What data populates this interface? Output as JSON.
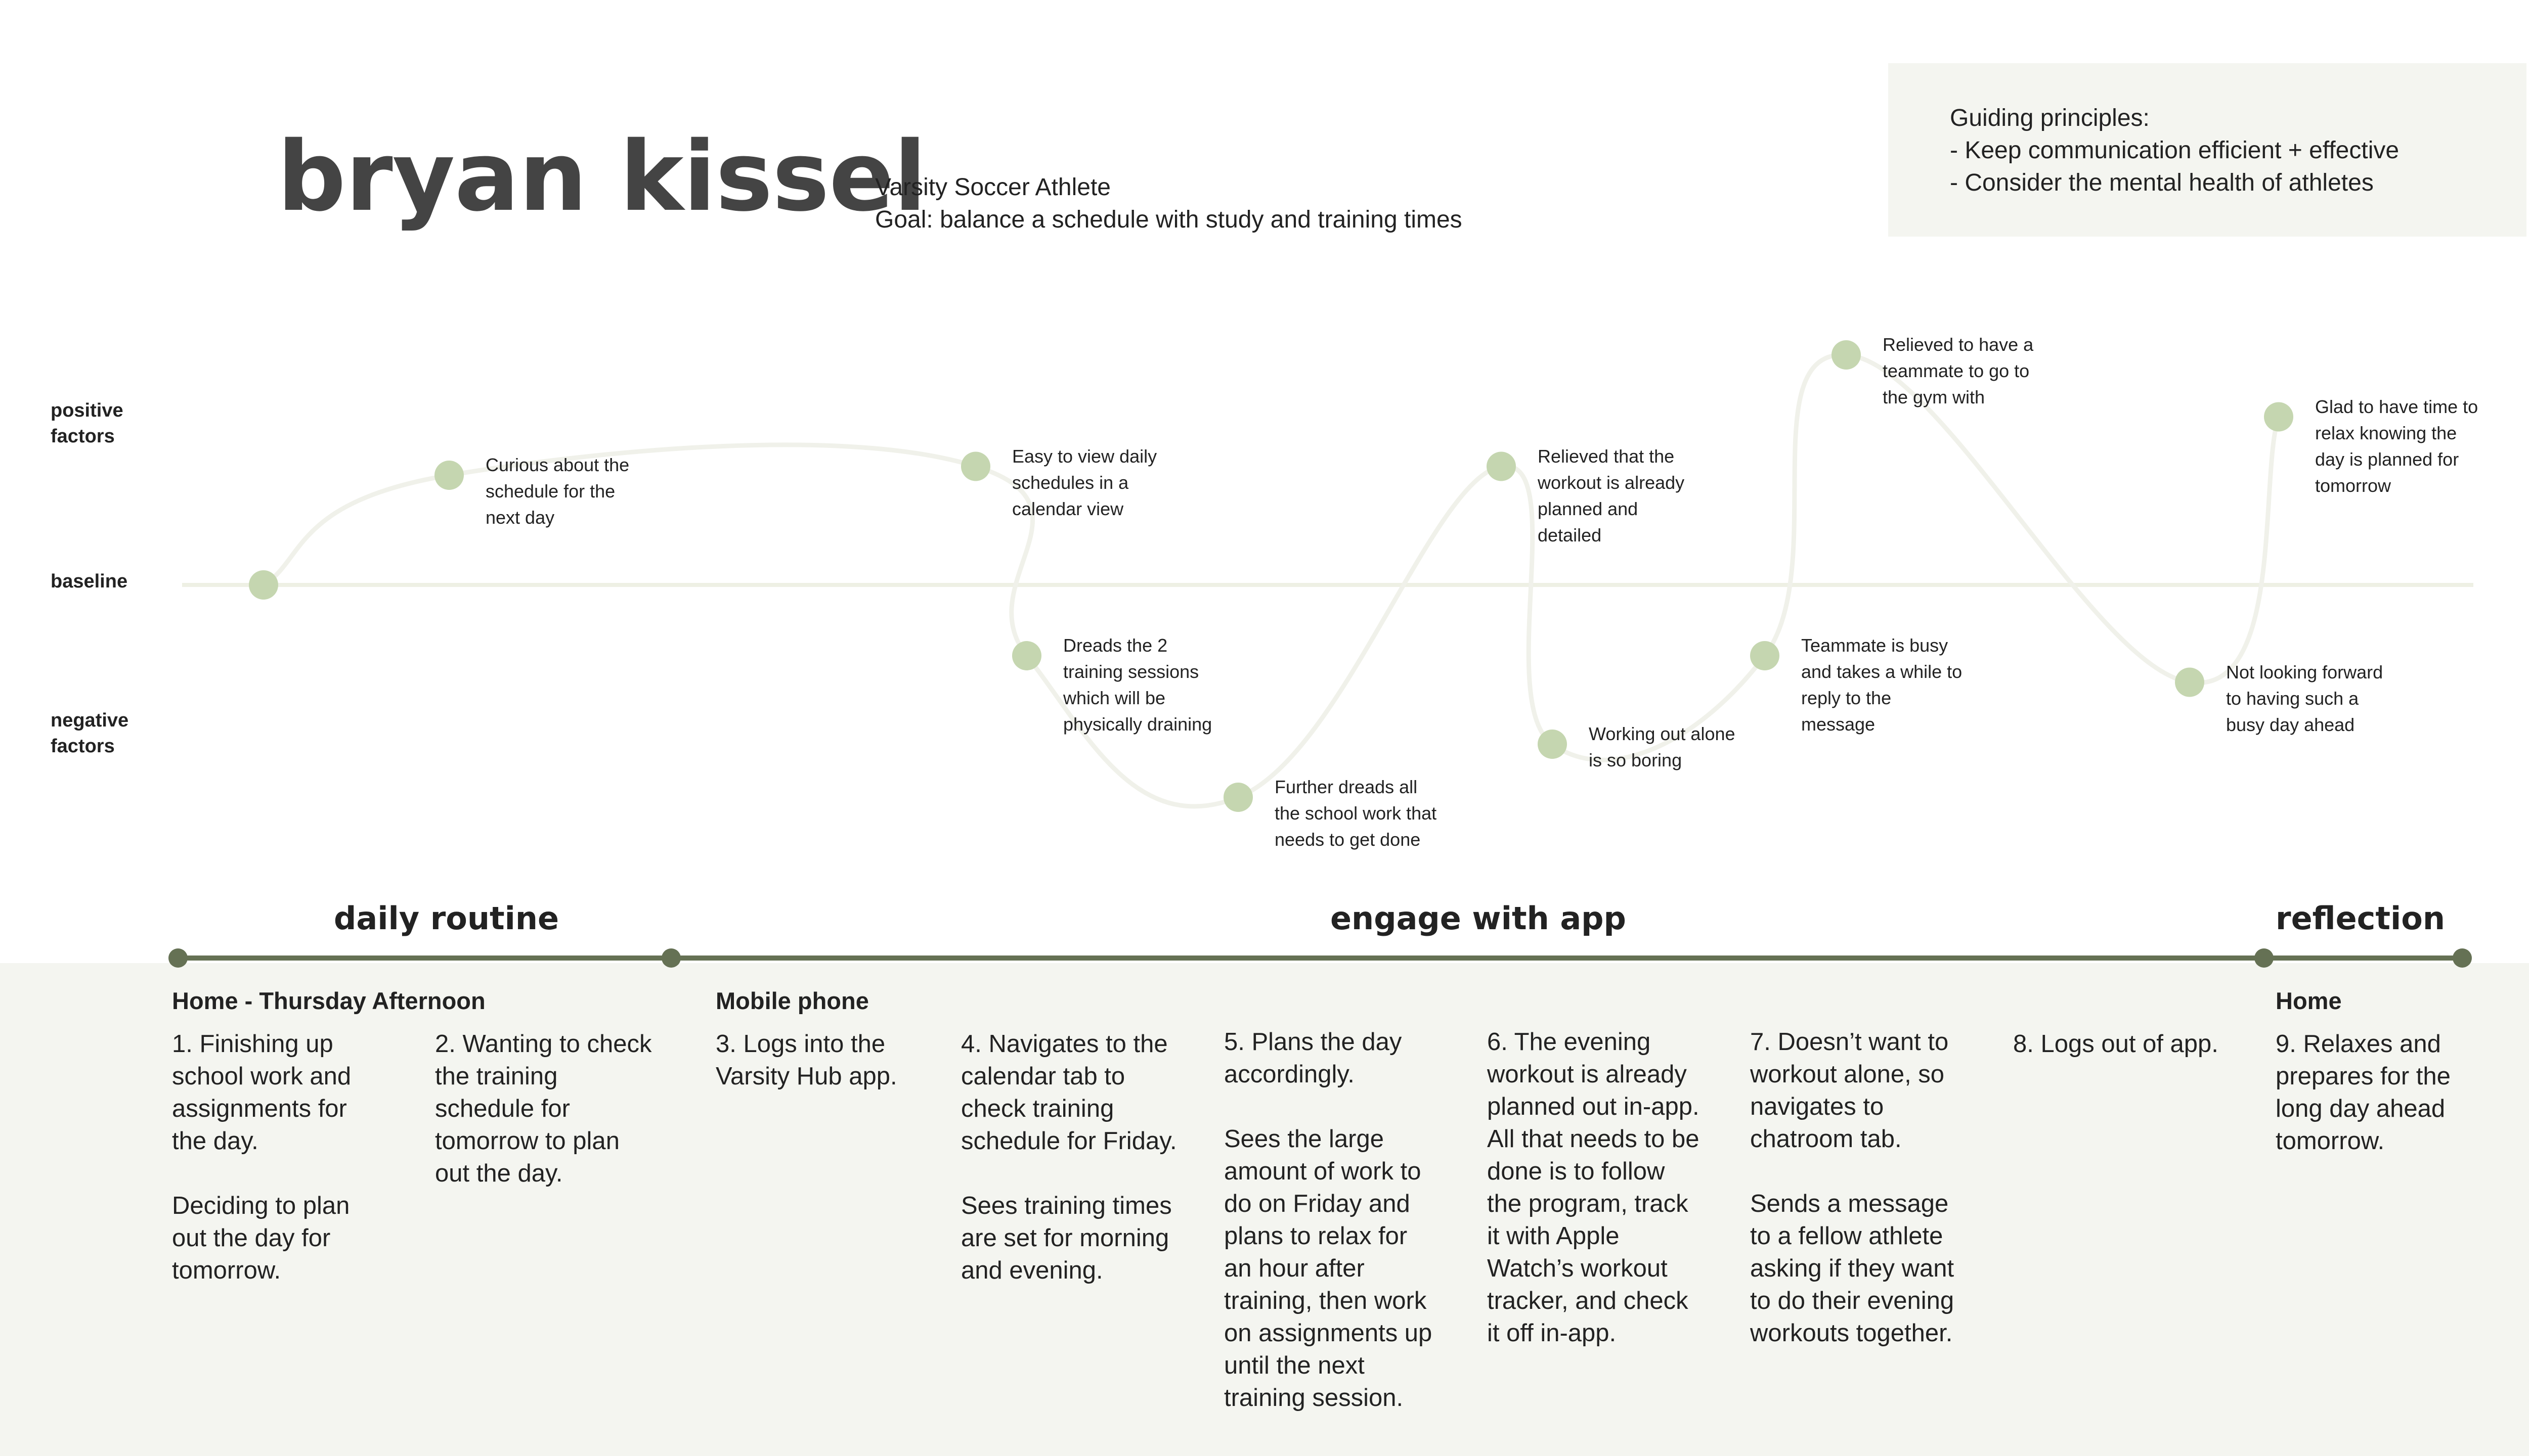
{
  "persona": {
    "name": "bryan kissel",
    "role": "Varsity Soccer Athlete",
    "goal": "Goal: balance a schedule with study and training times"
  },
  "principles": {
    "heading": "Guiding principles:",
    "items": [
      "- Keep communication efficient + effective",
      "- Consider the mental health of athletes"
    ]
  },
  "emotion_axis": {
    "positive": [
      "positive",
      "factors"
    ],
    "baseline": "baseline",
    "negative": [
      "negative",
      "factors"
    ]
  },
  "colors": {
    "point": "#c5d6b0",
    "curve": "#f0f1ea",
    "baseline": "#eef0e4",
    "timeline": "#657154",
    "panel": "#f4f5f0",
    "title": "#444444",
    "text": "#222222"
  },
  "chart_data": {
    "type": "line",
    "scale": "qualitative emotion level (negative to positive)",
    "points": [
      {
        "step": 1,
        "level": 0,
        "label": []
      },
      {
        "step": 2,
        "level": 0.62,
        "label": [
          "Curious about the",
          "schedule for the",
          "next day"
        ]
      },
      {
        "step": 3,
        "level": 0.67,
        "label": [
          "Easy to view daily",
          "schedules in a",
          "calendar view"
        ]
      },
      {
        "step": 4,
        "level": -0.4,
        "label": [
          "Dreads the 2",
          "training sessions",
          "which will be",
          "physically draining"
        ]
      },
      {
        "step": 5,
        "level": -1.2,
        "label": [
          "Further dreads all",
          "the school work that",
          "needs to get done"
        ]
      },
      {
        "step": 6,
        "level": 0.67,
        "label": [
          "Relieved that the",
          "workout is already",
          "planned and",
          "detailed"
        ]
      },
      {
        "step": 7,
        "level": -0.9,
        "label": [
          "Working out alone",
          "is so boring"
        ]
      },
      {
        "step": 8,
        "level": -0.4,
        "label": [
          "Teammate is busy",
          "and takes a while to",
          "reply to the",
          "message"
        ]
      },
      {
        "step": 9,
        "level": 1.3,
        "label": [
          "Relieved to have a",
          "teammate to go to",
          "the gym with"
        ]
      },
      {
        "step": 10,
        "level": -0.55,
        "label": [
          "Not looking forward",
          "to having such a",
          "busy day ahead"
        ]
      },
      {
        "step": 11,
        "level": 0.95,
        "label": [
          "Glad to have time to",
          "relax knowing the",
          "day is planned for",
          "tomorrow"
        ]
      }
    ]
  },
  "phases": [
    {
      "title": "daily routine"
    },
    {
      "title": "engage with app"
    },
    {
      "title": "reflection"
    }
  ],
  "contexts": [
    "Home - Thursday Afternoon",
    "Mobile phone",
    "Home"
  ],
  "steps": [
    {
      "lines": [
        "1. Finishing up",
        "school work and",
        "assignments for",
        "the day.",
        "",
        "Deciding to plan",
        "out the day for",
        "tomorrow."
      ]
    },
    {
      "lines": [
        "2. Wanting to check",
        "the training",
        "schedule for",
        "tomorrow to plan",
        "out the day."
      ]
    },
    {
      "lines": [
        "3. Logs into the",
        "Varsity Hub app."
      ]
    },
    {
      "lines": [
        "4. Navigates to the",
        "calendar tab to",
        "check training",
        "schedule for Friday.",
        "",
        "Sees training times",
        "are set for morning",
        "and evening."
      ]
    },
    {
      "lines": [
        "5. Plans the day",
        "accordingly.",
        "",
        "Sees the large",
        "amount of work to",
        "do on Friday and",
        "plans to relax for",
        "an hour after",
        "training, then work",
        "on assignments up",
        "until the next",
        "training session."
      ]
    },
    {
      "lines": [
        "6. The evening",
        "workout is already",
        "planned out in-app.",
        "All that needs to be",
        "done is to follow",
        "the program, track",
        "it with Apple",
        "Watch’s workout",
        "tracker, and check",
        "it off in-app."
      ]
    },
    {
      "lines": [
        "7. Doesn’t want to",
        "workout alone, so",
        "navigates to",
        "chatroom tab.",
        "",
        "Sends a message",
        "to a fellow athlete",
        "asking if they want",
        "to do their evening",
        "workouts together."
      ]
    },
    {
      "lines": [
        "8. Logs out of app."
      ]
    },
    {
      "lines": [
        "9. Relaxes and",
        "prepares for the",
        "long day ahead",
        "tomorrow."
      ]
    }
  ]
}
